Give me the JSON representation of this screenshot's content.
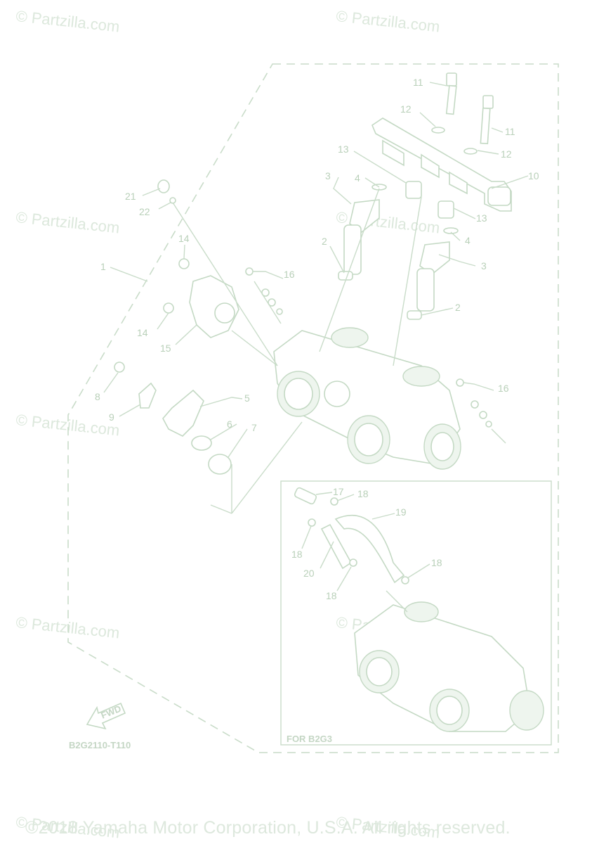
{
  "watermark": "© Partzilla.com",
  "inset_label": "FOR B2G3",
  "diagram_code": "B2G2110-T110",
  "fwd_label": "FWD",
  "copyright": "©2018 Yamaha Motor Corporation, U.S.A. All rights reserved.",
  "callouts": [
    "1",
    "2",
    "2",
    "3",
    "3",
    "4",
    "4",
    "5",
    "6",
    "7",
    "8",
    "9",
    "10",
    "11",
    "11",
    "12",
    "12",
    "13",
    "13",
    "14",
    "14",
    "15",
    "16",
    "16",
    "17",
    "18",
    "18",
    "18",
    "18",
    "19",
    "20",
    "21",
    "22"
  ]
}
